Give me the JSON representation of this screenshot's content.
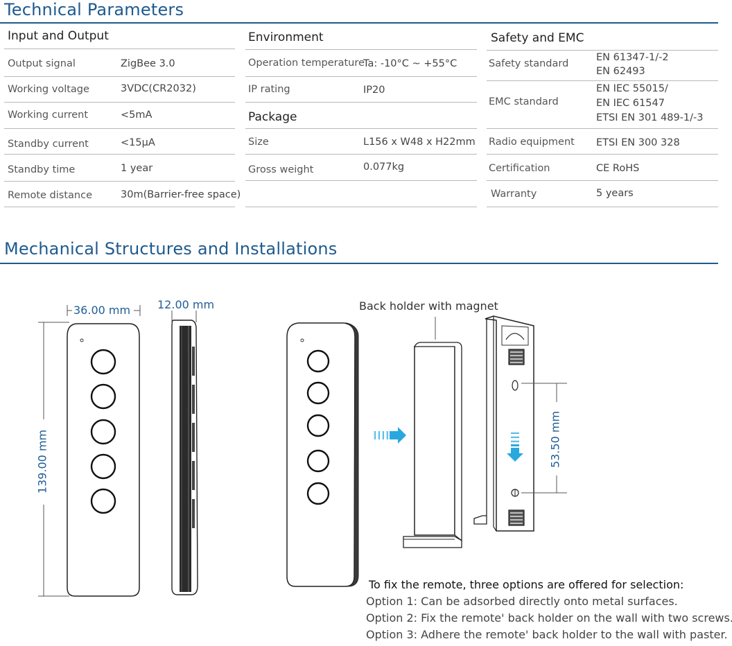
{
  "technical": {
    "title": "Technical Parameters",
    "input_output": {
      "heading": "Input and Output",
      "rows": [
        {
          "label": "Output signal",
          "value": "ZigBee 3.0"
        },
        {
          "label": "Working voltage",
          "value": "3VDC(CR2032)"
        },
        {
          "label": "Working current",
          "value": "<5mA"
        },
        {
          "label": "Standby current",
          "value": "<15μA"
        },
        {
          "label": "Standby time",
          "value": "1 year"
        },
        {
          "label": "Remote distance",
          "value": "30m(Barrier-free space)"
        }
      ]
    },
    "environment": {
      "heading": "Environment",
      "rows": [
        {
          "label": "Operation temperature",
          "value": "Ta: -10°C ~ +55°C"
        },
        {
          "label": "IP rating",
          "value": "IP20"
        }
      ]
    },
    "package": {
      "heading": "Package",
      "rows": [
        {
          "label": "Size",
          "value": "L156 x W48 x H22mm"
        },
        {
          "label": "Gross weight",
          "value": "0.077kg"
        }
      ]
    },
    "safety": {
      "heading": "Safety and EMC",
      "rows": [
        {
          "label": "Safety standard",
          "value_lines": [
            "EN 61347-1/-2",
            "EN 62493"
          ]
        },
        {
          "label": "EMC standard",
          "value_lines": [
            "EN IEC 55015/",
            "EN IEC 61547",
            "ETSI EN 301 489-1/-3"
          ]
        },
        {
          "label": "Radio equipment",
          "value_lines": [
            "ETSI EN 300 328"
          ]
        },
        {
          "label": "Certification",
          "value_lines": [
            "CE RoHS"
          ]
        },
        {
          "label": "Warranty",
          "value_lines": [
            "5 years"
          ]
        }
      ]
    }
  },
  "mechanical": {
    "title": "Mechanical Structures and Installations",
    "dim_width": "36.00 mm",
    "dim_depth": "12.00 mm",
    "dim_height": "139.00 mm",
    "dim_screw": "53.50 mm",
    "holder_caption": "Back holder with magnet",
    "instructions": {
      "heading": "To fix the remote, three options are offered for selection:",
      "options": [
        "Option 1: Can be adsorbed directly onto metal surfaces.",
        "Option 2: Fix the remote' back holder on the wall with two screws.",
        "Option 3: Adhere the remote' back holder to the wall with paster."
      ]
    },
    "colors": {
      "accent": "#1e5a8e",
      "dimension": "#1f5d97",
      "arrow": "#29a8e0"
    }
  }
}
